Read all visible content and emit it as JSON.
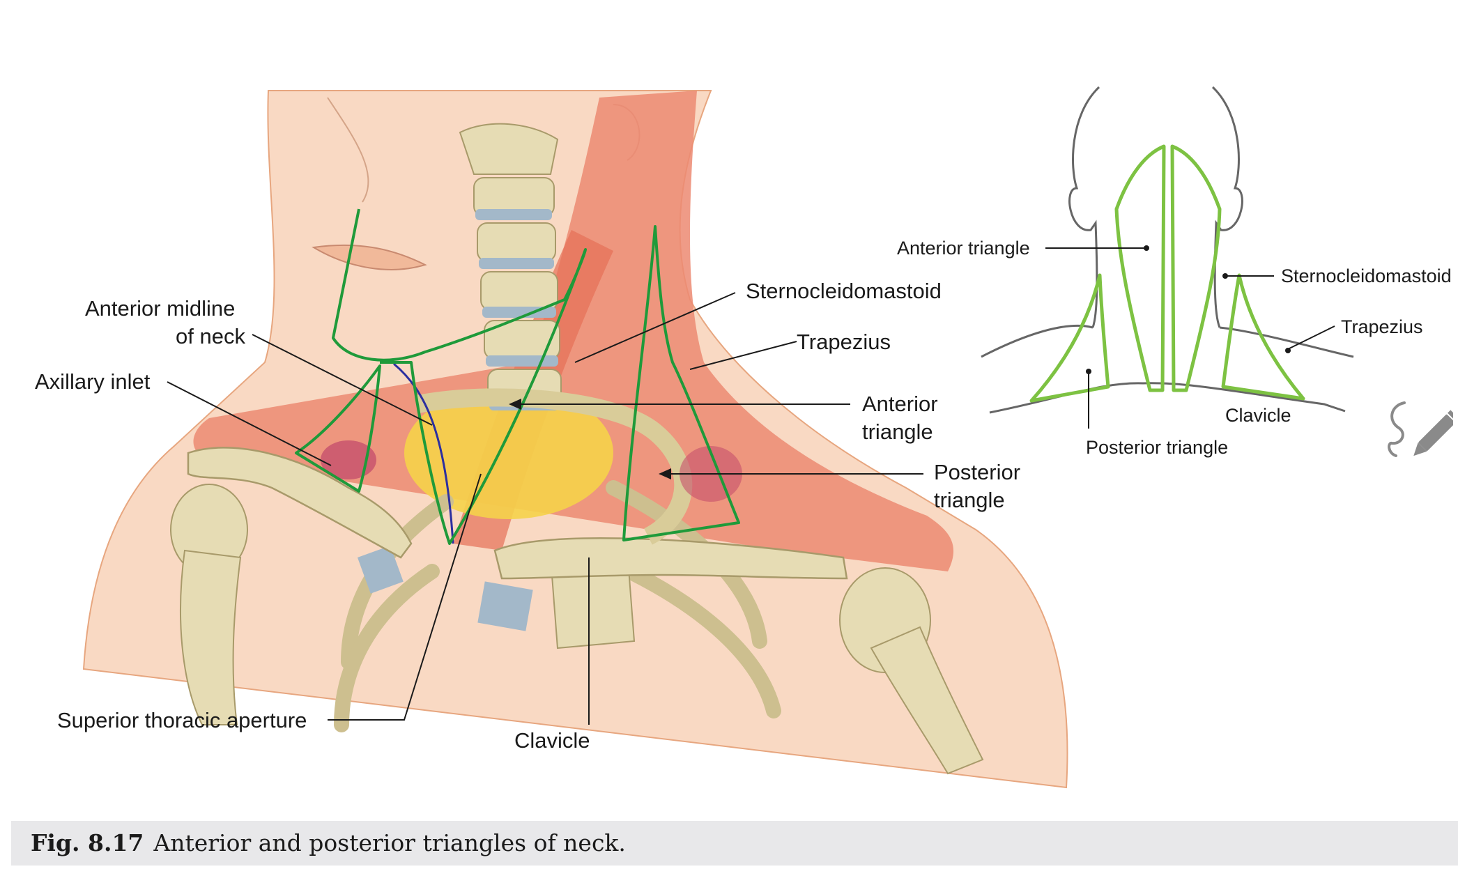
{
  "main_figure": {
    "labels": {
      "anterior_midline_line1": "Anterior midline",
      "anterior_midline_line2": "of neck",
      "axillary_inlet": "Axillary inlet",
      "sternocleidomastoid": "Sternocleidomastoid",
      "trapezius": "Trapezius",
      "anterior_triangle_line1": "Anterior",
      "anterior_triangle_line2": "triangle",
      "posterior_triangle_line1": "Posterior",
      "posterior_triangle_line2": "triangle",
      "superior_thoracic_aperture": "Superior thoracic aperture",
      "clavicle": "Clavicle"
    }
  },
  "inset_figure": {
    "labels": {
      "anterior_triangle": "Anterior triangle",
      "sternocleidomastoid": "Sternocleidomastoid",
      "trapezius": "Trapezius",
      "clavicle": "Clavicle",
      "posterior_triangle": "Posterior triangle"
    }
  },
  "caption": {
    "figure_number": "Fig. 8.17",
    "text": "Anterior and posterior triangles of neck."
  },
  "colors": {
    "outline_green": "#1f9a3a",
    "inset_green": "#7dc242",
    "muscle": "#ec8a72",
    "skin": "#f9d9c3",
    "bone": "#e6dcb4",
    "cartilage": "#a3b8c9",
    "aperture_yellow": "#f5d24a",
    "caption_bg": "#e8e8ea"
  },
  "icons": {
    "edit": "pen-squiggle-icon"
  }
}
